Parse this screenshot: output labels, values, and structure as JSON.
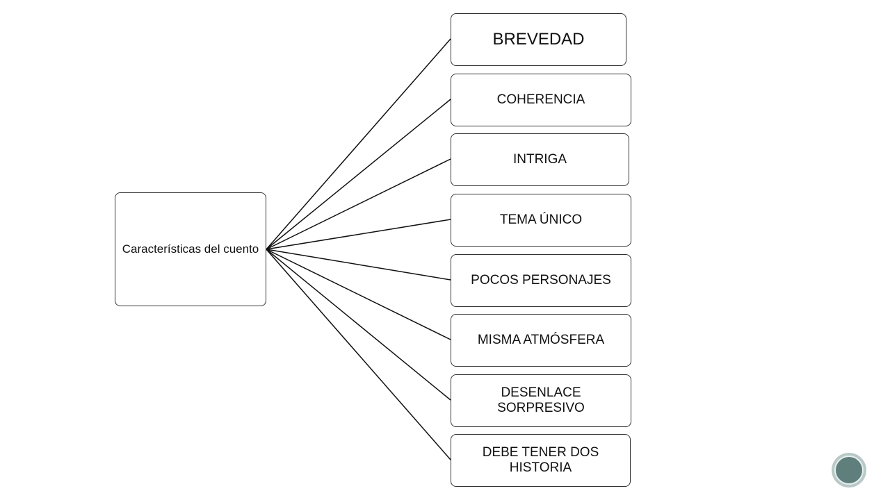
{
  "root": {
    "label": "Características del cuento"
  },
  "branches": [
    {
      "label": "BREVEDAD"
    },
    {
      "label": "COHERENCIA"
    },
    {
      "label": "INTRIGA"
    },
    {
      "label": "TEMA ÚNICO"
    },
    {
      "label": "POCOS PERSONAJES"
    },
    {
      "label": "MISMA ATMÓSFERA"
    },
    {
      "label": "DESENLACE SORPRESIVO"
    },
    {
      "label": "DEBE TENER DOS HISTORIA"
    }
  ],
  "theme": {
    "line_color": "#111111",
    "box_border": "#333333",
    "logo_outer": "#b9c9c7",
    "logo_inner": "#5f7f7d"
  }
}
